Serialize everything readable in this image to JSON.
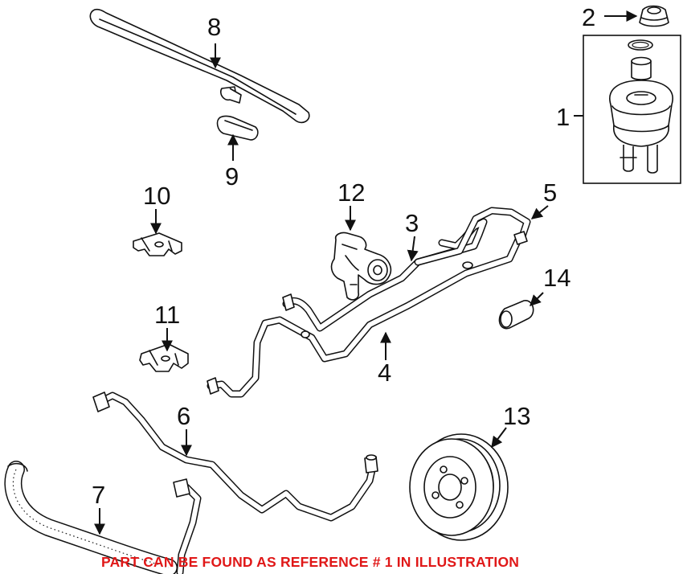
{
  "callouts": {
    "c1": "1",
    "c2": "2",
    "c3": "3",
    "c4": "4",
    "c5": "5",
    "c6": "6",
    "c7": "7",
    "c8": "8",
    "c9": "9",
    "c10": "10",
    "c11": "11",
    "c12": "12",
    "c13": "13",
    "c14": "14"
  },
  "note": "PART CAN BE FOUND AS REFERENCE # 1 IN ILLUSTRATION",
  "colors": {
    "line": "#111111",
    "note": "#e01818",
    "background": "#ffffff"
  }
}
